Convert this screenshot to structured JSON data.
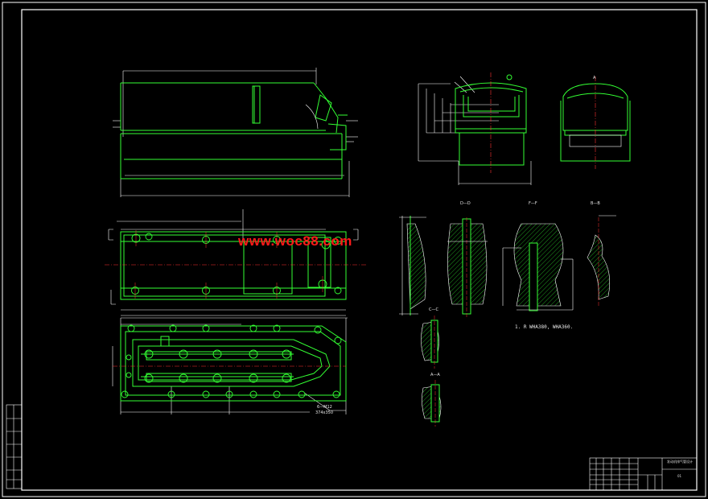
{
  "drawing": {
    "watermark": "www.woc88.com",
    "note": "1. R WHA380, WHA360.",
    "section_labels": {
      "d": "D—D",
      "f": "F—F",
      "b": "B—B",
      "c": "C—C",
      "a": "A—A",
      "view_a": "A"
    },
    "callout": "6—M12",
    "callout2": "374x350",
    "title_block": {
      "title": "发动机排气管设计",
      "id": "01"
    }
  },
  "colors": {
    "background": "#000000",
    "outline": "#ffffff",
    "part_lines": "#33ff33",
    "centerlines": "#ff3333",
    "watermark": "#ff1a1a"
  }
}
